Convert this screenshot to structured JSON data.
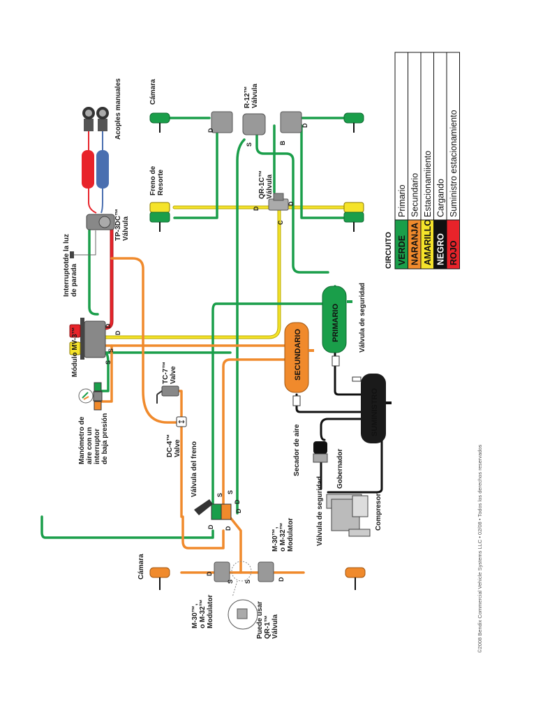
{
  "colors": {
    "primary": "#1a9e4a",
    "secondary": "#f08a2c",
    "parking": "#f5e32a",
    "charging": "#111111",
    "supply_parking": "#e8232a",
    "service_coil": "#4a6fb0",
    "component_gray": "#8a8a8a"
  },
  "legend": {
    "title": "CIRCUITO",
    "rows": [
      {
        "name": "VERDE",
        "desc": "Primario",
        "color": "#1a9e4a",
        "text_color": "#111111"
      },
      {
        "name": "NARANJA",
        "desc": "Secundario",
        "color": "#f08a2c",
        "text_color": "#111111"
      },
      {
        "name": "AMARILLO",
        "desc": "Estacionamiiento",
        "color": "#f5e32a",
        "text_color": "#111111"
      },
      {
        "name": "NEGRO",
        "desc": "Cargando",
        "color": "#111111",
        "text_color": "#ffffff"
      },
      {
        "name": "ROJO",
        "desc": "Suministro estacionamiento",
        "color": "#e8232a",
        "text_color": "#111111"
      }
    ]
  },
  "labels": {
    "acoples": "Acoples manuales",
    "camara_top": "Cámara",
    "r12_line1": "R-12™",
    "r12_line2": "Válvula",
    "freno_line1": "Freno de",
    "freno_line2": "Resorte",
    "qr1c_line1": "QR-1C™",
    "qr1c_line2": "Válvula",
    "tp3dc_line1": "TP-3DC™",
    "tp3dc_line2": "Válvula",
    "interruptor_line1": "Interruptotde la luz",
    "interruptor_line2": "de parada",
    "mv3": "Módulo MV-3™",
    "manometro_line1": "Manómetro de",
    "manometro_line2": "aire con un",
    "manometro_line3": "interruptor",
    "manometro_line4": "de baja presión",
    "tc7_line1": "TC-7™",
    "tc7_line2": "Valve",
    "dc4_line1": "DC-4™",
    "dc4_line2": "Valve",
    "valvula_freno": "Válvula del freno",
    "primario": "PRIMARIO",
    "secundario": "SECUNDARIO",
    "suministro": "SUMINISTRO",
    "valvula_seguridad_tank": "Válvula de seguridad",
    "secador": "Secador de aire",
    "gobernador": "Gobernador",
    "valvula_seguridad_comp": "Válvula de seguridad",
    "compresor": "Compresor",
    "camara_bottom": "Cámara",
    "mod_left_line1": "M-30™,",
    "mod_left_line2": "o M-32™",
    "mod_left_line3": "Modulator",
    "mod_right_line1": "M-30™,",
    "mod_right_line2": "o M-32™",
    "mod_right_line3": "Modulator",
    "qr1_line1": "Puede usar",
    "qr1_line2": "QR-1™",
    "qr1_line3": "Válvula",
    "port_d": "D",
    "port_s": "S",
    "port_b": "B",
    "port_c": "C",
    "copyright": "©2008 Bendix Commercial Vehicle Systems LLC  • 02/08 • Todos los derechos reservados"
  }
}
